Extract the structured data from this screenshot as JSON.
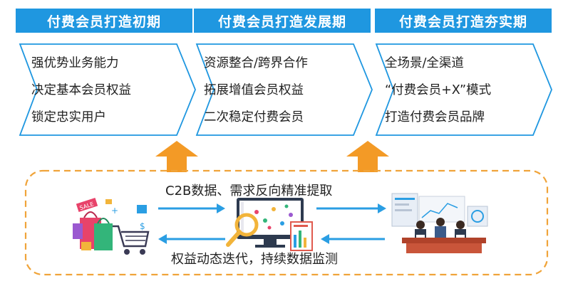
{
  "colors": {
    "header_bg": "#1f97e0",
    "arrow_blue": "#2a9ee3",
    "up_arrow": "#f39a26",
    "dashed_border": "#f0a43a",
    "chevron_border": "#1f97e0"
  },
  "phases": [
    {
      "title": "付费会员打造初期",
      "items": [
        "强优势业务能力",
        "决定基本会员权益",
        "锁定忠实用户"
      ]
    },
    {
      "title": "付费会员打造发展期",
      "items": [
        "资源整合/跨界合作",
        "拓展增值会员权益",
        "二次稳定付费会员"
      ]
    },
    {
      "title": "付费会员打造夯实期",
      "items": [
        "全场景/全渠道",
        "“付费会员+X”模式",
        "打造付费会员品牌"
      ]
    }
  ],
  "flow": {
    "top_label": "C2B数据、需求反向精准提取",
    "bottom_label": "权益动态迭代，持续数据监测"
  },
  "icons": {
    "left": "shopping-cart-sale-icon",
    "center": "data-analysis-monitor-icon",
    "right": "business-meeting-icon",
    "up_arrows": "up-arrow-icon"
  },
  "sale_tag": "SALE"
}
